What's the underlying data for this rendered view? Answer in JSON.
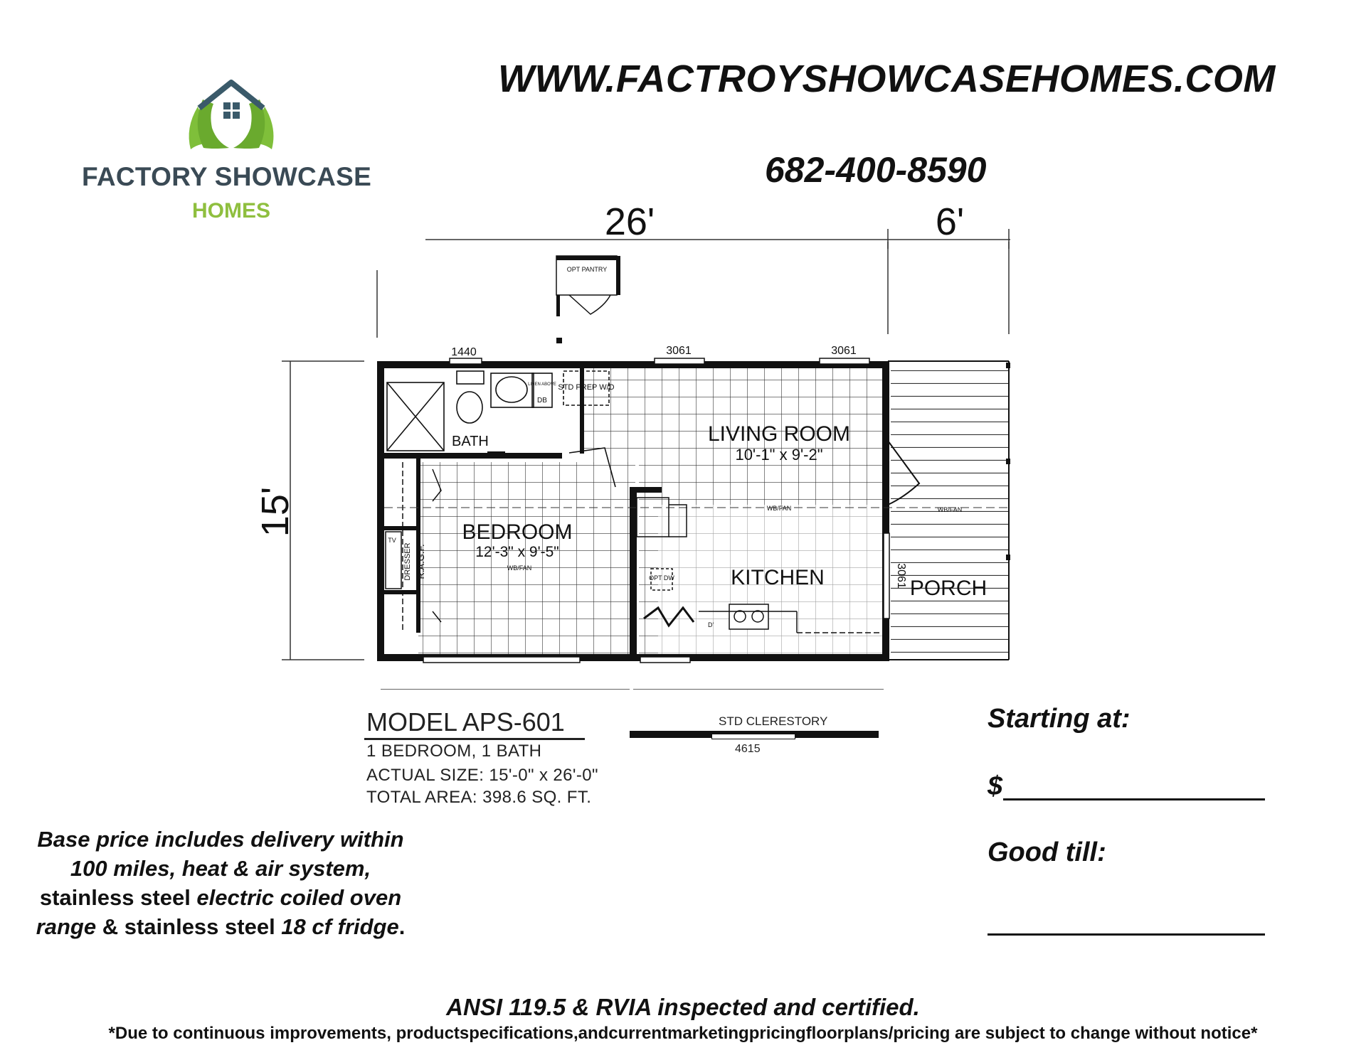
{
  "header": {
    "website": "WWW.FACTROYSHOWCASEHOMES.COM",
    "phone": "682-400-8590"
  },
  "logo": {
    "line1": "FACTORY SHOWCASE",
    "line2": "HOMES",
    "colors": {
      "house": "#3a5a6a",
      "hands": "#7fbf3a",
      "text_dark": "#3a4a55",
      "text_green": "#8fbf3f"
    }
  },
  "floorplan": {
    "dim_length": "26'",
    "dim_porch": "6'",
    "dim_width": "15'",
    "rooms": {
      "bath": "BATH",
      "living_room": "LIVING ROOM",
      "living_size": "10'-1\" x 9'-2\"",
      "bedroom": "BEDROOM",
      "bedroom_size": "12'-3\" x 9'-5\"",
      "kitchen": "KITCHEN",
      "porch": "PORCH"
    },
    "labels": {
      "win_bath": "1440",
      "win_living_1": "3061",
      "win_living_2": "3061",
      "win_porch": "3061",
      "opt_pantry": "OPT PANTRY",
      "linen": "LINEN ABOVE",
      "db": "DB",
      "std_prep": "STD PREP W/D",
      "wb_fan_living": "WB/FAN",
      "wb_fan_bedroom": "WB/FAN",
      "wb_fan_porch": "WB/FAN",
      "tv": "TV",
      "dresser": "DRESSER",
      "ragf": "R.A.G.F.",
      "opt_dw": "OPT DW",
      "d": "D'"
    }
  },
  "model": {
    "name": "MODEL APS-601",
    "rooms": "1 BEDROOM, 1 BATH",
    "actual_size": "ACTUAL SIZE:  15'-0\" x 26'-0\"",
    "total_area": "TOTAL AREA: 398.6 SQ. FT."
  },
  "clerestory": {
    "label": "STD CLERESTORY",
    "number": "4615"
  },
  "pricing": {
    "starting_label": "Starting at:",
    "dollar": "$",
    "good_till_label": "Good till:"
  },
  "base_price": {
    "p1": "Base price includes delivery within 100 miles, heat & air system,",
    "p2": " stainless steel ",
    "p3": "electric coiled oven range",
    "p4": " & stainless steel ",
    "p5": "18 cf fridge",
    "p6": "."
  },
  "footer": {
    "certified": "ANSI 119.5 & RVIA inspected and certified.",
    "disclaimer": "*Due to continuous improvements, productspecifications,andcurrentmarketingpricingfloorplans/pricing are subject to change without notice*"
  }
}
